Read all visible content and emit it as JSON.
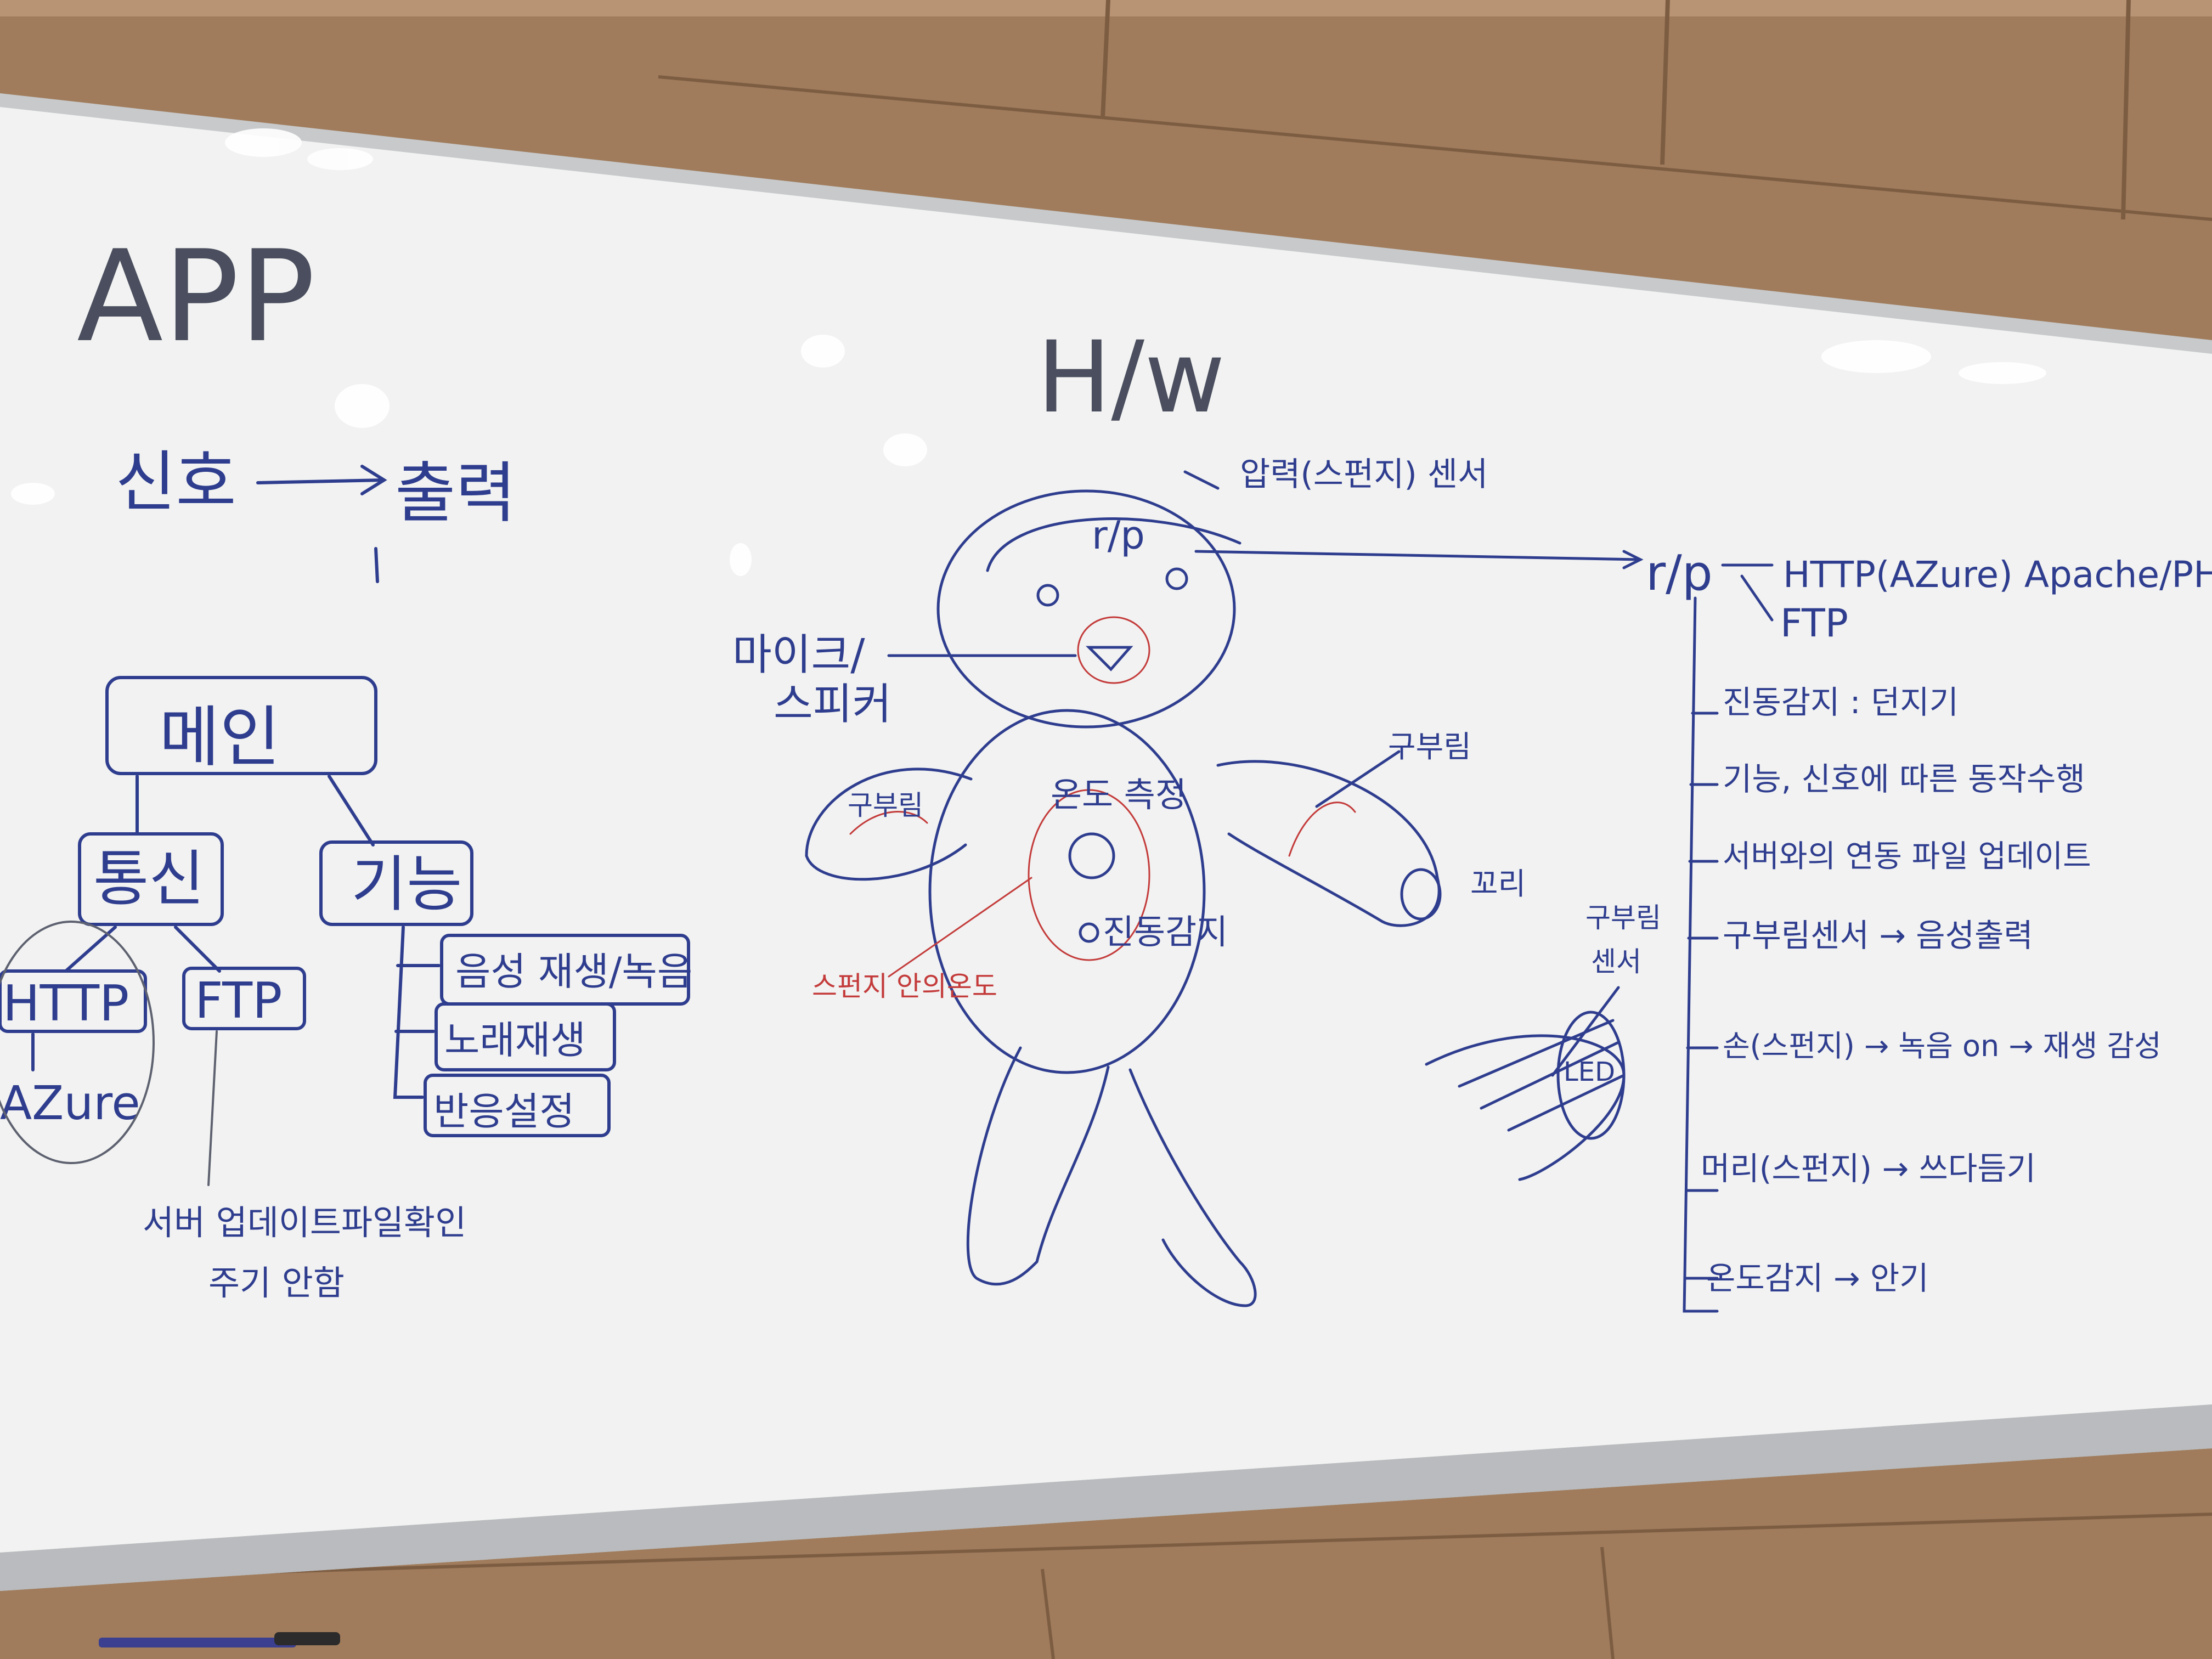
{
  "colors": {
    "wall_wood": "#a07c5c",
    "wall_wood_dark": "#7d5d42",
    "board": "#f1f2f1",
    "frame": "#bfc1c3",
    "ink_blue": "#2f3d8f",
    "ink_red": "#c43b3b",
    "ink_gray": "#5e6270"
  },
  "app": {
    "title": "APP",
    "signal": "신호",
    "output": "출력",
    "main": "메인",
    "comm": "통신",
    "func": "기능",
    "http": "HTTP",
    "ftp": "FTP",
    "azure": "AZure",
    "func_items": [
      "음성 재생/녹음",
      "노래재생",
      "반응설정"
    ],
    "note_line1": "서버 업데이트파일확인",
    "note_line2": "주기 안함"
  },
  "hw": {
    "title": "H/w",
    "pressure_sensor": "압력(스펀지) 센서",
    "head_label": "r/p",
    "mic_speaker_1": "마이크/",
    "mic_speaker_2": "스피커",
    "bend_left": "구부림",
    "bend_right": "구부림",
    "temp_measure": "온도 측정",
    "vibration_measure": "진동감지",
    "sponge_temp": "스펀지 안의온도",
    "tail": "꼬리",
    "bend_sensor_1": "구부림",
    "bend_sensor_2": "센서",
    "led": "LED"
  },
  "rp": {
    "label": "r/p",
    "http_line": "HTTP(AZure) Apache/PHP",
    "ftp": "FTP",
    "items": [
      "진동감지 : 던지기",
      "기능, 신호에 따른 동작수행",
      "서버와의 연동 파일 업데이트",
      "구부림센서 → 음성출력",
      "손(스펀지) → 녹음 on → 재생 감성",
      "머리(스펀지) → 쓰다듬기",
      "온도감지 → 안기"
    ]
  }
}
